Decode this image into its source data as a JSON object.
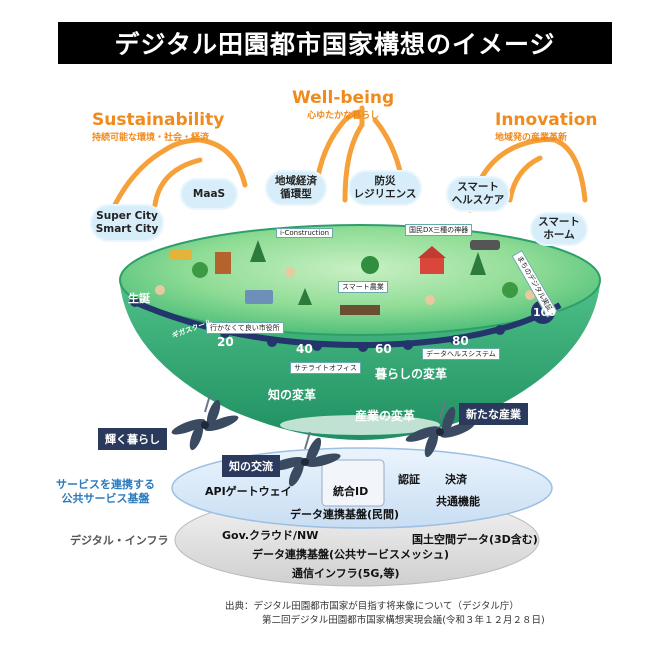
{
  "title": "デジタル田園都市国家構想のイメージ",
  "goals": [
    {
      "head": "Sustainability",
      "sub": "持続可能な環境・社会・経済"
    },
    {
      "head": "Well-being",
      "sub": "心ゆたかな暮らし"
    },
    {
      "head": "Innovation",
      "sub": "地域発の産業革新"
    }
  ],
  "clouds": [
    {
      "text": "Super City\nSmart City"
    },
    {
      "text": "MaaS"
    },
    {
      "text": "地域経済\n循環型"
    },
    {
      "text": "防災\nレジリエンス"
    },
    {
      "text": "スマート\nヘルスケア"
    },
    {
      "text": "スマート\nホーム"
    }
  ],
  "bowl_tags": {
    "i_construction": "i-Construction",
    "kokumin_dx": "国民DX三種の神器",
    "machi_data": "まちのデジタル実証",
    "smart_agri": "スマート農業",
    "yukanakute": "行かなくて良い市役所",
    "giga": "ギガスクール",
    "satellite": "サテライトオフィス",
    "data_health": "データヘルスシステム"
  },
  "timeline": {
    "birth": "生誕",
    "marks": [
      "20",
      "40",
      "60",
      "80",
      "100"
    ]
  },
  "bowl_text": {
    "kurashi": "暮らしの変革",
    "chi": "知の変革",
    "sangyo": "産業の変革"
  },
  "side_labels": {
    "kagayaku": "輝く暮らし",
    "chi_koryu": "知の交流",
    "aratana": "新たな産業"
  },
  "service_platform": {
    "label_line1": "サービスを連携する",
    "label_line2": "公共サービス基盤",
    "api": "APIゲートウェイ",
    "id": "統合ID",
    "ninsho": "認証",
    "kessai": "決済",
    "kyotsu": "共通機能",
    "data_min": "データ連携基盤(民間)"
  },
  "infra": {
    "label": "デジタル・インフラ",
    "gov": "Gov.クラウド/NW",
    "geo": "国土空間データ(3D含む)",
    "data_public": "データ連携基盤(公共サービスメッシュ)",
    "comm": "通信インフラ(5G,等)"
  },
  "source": {
    "line1": "出典：デジタル田園都市国家が目指す将来像について（デジタル庁）",
    "line2": "第二回デジタル田園都市国家構想実現会議(令和３年１２月２８日)"
  },
  "colors": {
    "orange": "#f08a1c",
    "bowl": "#3fb07a",
    "navy": "#2b3a5c",
    "cloud": "#d7eefa",
    "platform": "#dcebfa"
  }
}
